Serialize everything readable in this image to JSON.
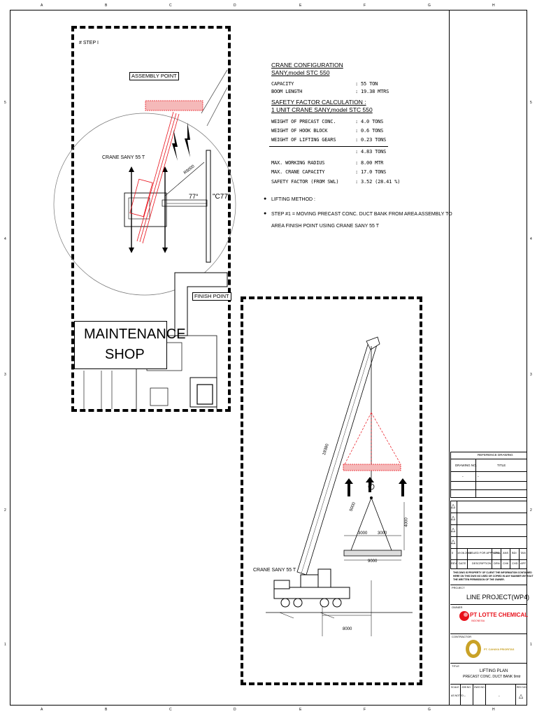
{
  "grid": {
    "top": [
      "A",
      "B",
      "C",
      "D",
      "E",
      "F",
      "G",
      "H"
    ],
    "bottom": [
      "A",
      "B",
      "C",
      "D",
      "E",
      "F",
      "G",
      "H"
    ],
    "left": [
      "5",
      "4",
      "3",
      "2",
      "1"
    ],
    "right": [
      "5",
      "4",
      "3",
      "2",
      "1"
    ]
  },
  "plan": {
    "step_label": "# STEP I",
    "assembly_point": "ASSEMBLY POINT",
    "crane_label": "CRANE SANY 55 T",
    "radius_label": "R8000",
    "boom_angle": "77°",
    "angle_callout": "\"C77\"",
    "finish_point": "FINISH POINT",
    "maintenance_line1": "MAINTENANCE",
    "maintenance_line2": "SHOP"
  },
  "config": {
    "heading": "CRANE CONFIGURATION",
    "model": "SANY,model STC 550",
    "rows1": [
      {
        "label": "CAPACITY",
        "value": ": 55 TON"
      },
      {
        "label": "BOOM LENGTH",
        "value": ": 19.38 MTRS"
      }
    ],
    "sf_heading": "SAFETY FACTOR CALCULATION :",
    "sf_model": "1 UNIT CRANE SANY,model STC 550",
    "rows2": [
      {
        "label": "WEIGHT OF PRECAST CONC.",
        "value": ": 4.0   TONS"
      },
      {
        "label": "WEIGHT OF HOOK BLOCK",
        "value": ": 0.6   TONS"
      },
      {
        "label": "WEIGHT OF LIFTING GEARS",
        "value": ": 0.23  TONS"
      }
    ],
    "total": ": 4.83  TONS",
    "rows3": [
      {
        "label": "MAX. WORKING RADIUS",
        "value": ": 8.00  MTR"
      },
      {
        "label": "MAX. CRANE CAPACITY",
        "value": ": 17.0  TONS"
      },
      {
        "label": "SAFETY FACTOR (FROM SWL)",
        "value": ": 3.52 (28.41 %)"
      }
    ],
    "method_heading": "LIFTING METHOD :",
    "method_line1": "STEP #1 = MOVING PRECAST CONC. DUCT BANK FROM AREA ASSEMBLY TO",
    "method_line2": "AREA FINISH POINT USING CRANE SANY 55 T"
  },
  "elevation": {
    "boom_length": "19380",
    "sling": "5000",
    "height": "4000",
    "half_left": "3000",
    "half_right": "3000",
    "load_width": "9000",
    "crane_label": "CRANE SANY 55 T",
    "radius": "8000"
  },
  "titleblock": {
    "reference_drawing": "REFERENCE DRAWING",
    "drawing_no": "DRAWING NO.",
    "title_col": "TITLE",
    "dash1": "-",
    "dash2": "-",
    "rev_symbol": "△",
    "issue_row": [
      "0",
      "19.06.2018",
      "ISSUED FOR APPROVAL",
      "APD",
      "ANS",
      "BDI",
      "TAN"
    ],
    "header_row": [
      "REV",
      "DATE",
      "DESCRIPTION",
      "DRN",
      "CHK",
      "CHD",
      "APP"
    ],
    "notice_line1": "THIS DWG IS PROPERTY OF CLIENT THE INFORMATION CONTAINED",
    "notice_line2": "HERE ON THIS DWG NO USED OR COPIED IN ANY MANNER WITHOUT",
    "notice_line3": "THE WRITTEN PERMISSION OF THE OWNER.",
    "project_label": "PROJECT",
    "project": "LINE PROJECT(WP4)",
    "owner_label": "OWNER",
    "owner_name": "PT LOTTE CHEMICAL",
    "owner_sub": "INDONESIA",
    "contractor_label": "CONTRACTOR",
    "contractor_name": "PT. CAHAYA PRIORITAS",
    "title_label": "TITLE",
    "title_line1": "LIFTING  PLAN",
    "title_line2": "PRECAST  CONC.  DUCT  BANK  9mtr",
    "bottom_scale": "SCALE",
    "bottom_scale_val": "AS NOTED",
    "bottom_job": "JOB NO.",
    "bottom_dwg": "DWG NO.",
    "bottom_rev": "REV NO.",
    "bottom_dash": "-",
    "brand_red": "#e8101a",
    "brand_gold": "#c9a227"
  }
}
